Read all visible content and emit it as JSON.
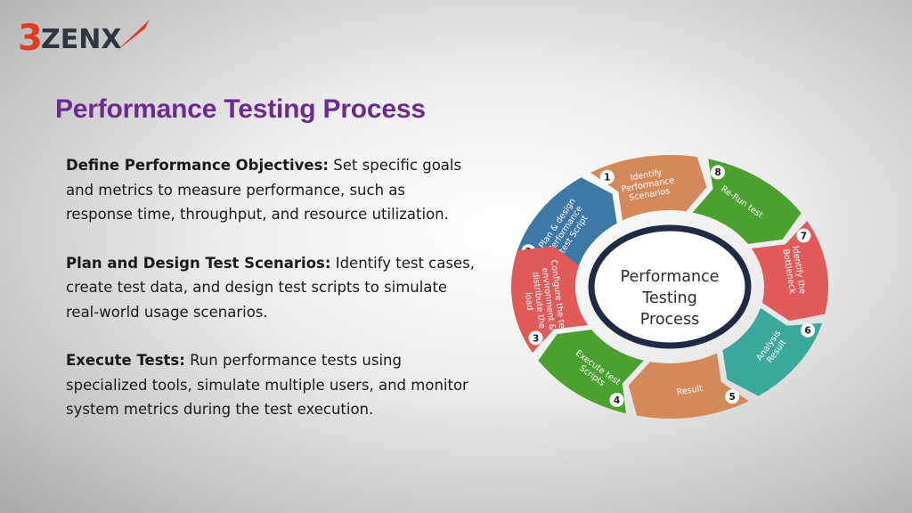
{
  "logo": {
    "text": "ZENX",
    "mark": "3",
    "mark_color": "#e03c22",
    "text_color": "#2f3640"
  },
  "title": "Performance Testing Process",
  "paragraphs": [
    {
      "heading": "Define Performance Objectives:",
      "body": " Set specific goals and metrics to measure performance, such as response time, throughput, and resource utilization."
    },
    {
      "heading": "Plan and Design Test Scenarios:",
      "body": " Identify test cases, create test data, and design test scripts to simulate real-world usage scenarios."
    },
    {
      "heading": "Execute Tests:",
      "body": " Run performance tests using specialized tools, simulate multiple users, and monitor system metrics during the test execution."
    }
  ],
  "diagram": {
    "center": [
      "Performance",
      "Testing",
      "Process"
    ],
    "steps": [
      {
        "number": "1",
        "lines": [
          "Identify",
          "Performance",
          "Scenarios"
        ],
        "color": "#d4895a"
      },
      {
        "number": "2",
        "lines": [
          "Plan & design",
          "Performance",
          "test Script"
        ],
        "color": "#3d78a6"
      },
      {
        "number": "3",
        "lines": [
          "Configure the test",
          "environment &",
          "distribute the",
          "load"
        ],
        "color": "#e15a5a"
      },
      {
        "number": "4",
        "lines": [
          "Execute test",
          "Scripts"
        ],
        "color": "#4aa12f"
      },
      {
        "number": "5",
        "lines": [
          "Result"
        ],
        "color": "#d4895a"
      },
      {
        "number": "6",
        "lines": [
          "Analysis",
          "Result"
        ],
        "color": "#3aa89a"
      },
      {
        "number": "7",
        "lines": [
          "Identify the",
          "Bottleneck"
        ],
        "color": "#e15a5a"
      },
      {
        "number": "8",
        "lines": [
          "Re-Run test"
        ],
        "color": "#4aa12f"
      }
    ]
  }
}
